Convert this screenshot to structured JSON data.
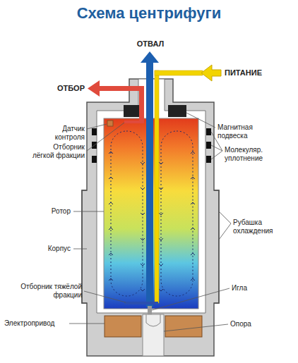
{
  "diagram": {
    "title": "Схема центрифуги",
    "labels": [
      "ОТВАЛ",
      "ПИТАНИЕ",
      "ОТБОР",
      "Датчик контроля",
      "Отборник лёгкой фракции",
      "Ротор",
      "Корпус",
      "Отборник тяжёлой фракции",
      "Электропривод",
      "Магнитная подвеска",
      "Молекуляр. уплотнение",
      "Рубашка охлаждения",
      "Игла",
      "Опора"
    ]
  }
}
